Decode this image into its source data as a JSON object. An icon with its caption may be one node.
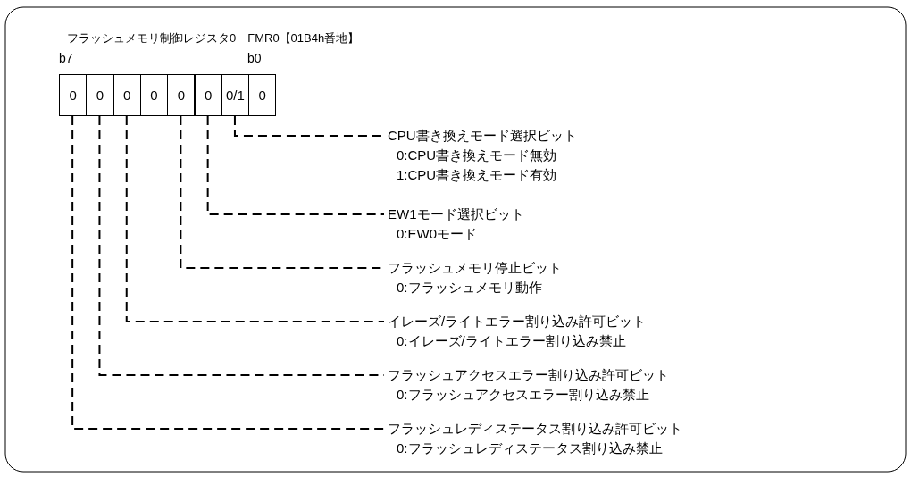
{
  "diagram": {
    "title": "フラッシュメモリ制御レジスタ0　FMR0【01B4h番地】",
    "nodes": [
      {
        "text": [
          "0"
        ]
      },
      {
        "text": [
          "0"
        ]
      },
      {
        "text": [
          "0"
        ]
      },
      {
        "text": [
          "0"
        ]
      },
      {
        "text": [
          "0"
        ]
      },
      {
        "text": [
          "0"
        ]
      },
      {
        "text": [
          "0/1"
        ]
      },
      {
        "text": [
          "0"
        ]
      },
      {
        "text": [
          "CPU書き換えモード選択ビット",
          "0:CPU書き換えモード無効",
          "1:CPU書き換えモード有効"
        ]
      },
      {
        "text": [
          "EW1モード選択ビット",
          "0:EW0モード"
        ]
      },
      {
        "text": [
          "フラッシュメモリ停止ビット",
          "0:フラッシュメモリ動作"
        ]
      },
      {
        "text": [
          "イレーズ/ライトエラー割り込み許可ビット",
          "0:イレーズ/ライトエラー割り込み禁止"
        ]
      },
      {
        "text": [
          "フラッシュアクセスエラー割り込み許可ビット",
          "0:フラッシュアクセスエラー割り込み禁止"
        ]
      },
      {
        "text": [
          "フラッシュレディステータス割り込み許可ビット",
          "0:フラッシュレディステータス割り込み禁止"
        ]
      }
    ],
    "edges": [
      {
        "from": 6,
        "to": 8,
        "arrow": "none"
      },
      {
        "from": 5,
        "to": 9,
        "arrow": "none"
      },
      {
        "from": 4,
        "to": 10,
        "arrow": "none"
      },
      {
        "from": 2,
        "to": 11,
        "arrow": "none"
      },
      {
        "from": 1,
        "to": 12,
        "arrow": "none"
      },
      {
        "from": 0,
        "to": 13,
        "arrow": "none"
      }
    ],
    "labels": [
      "b7",
      "b0"
    ]
  }
}
